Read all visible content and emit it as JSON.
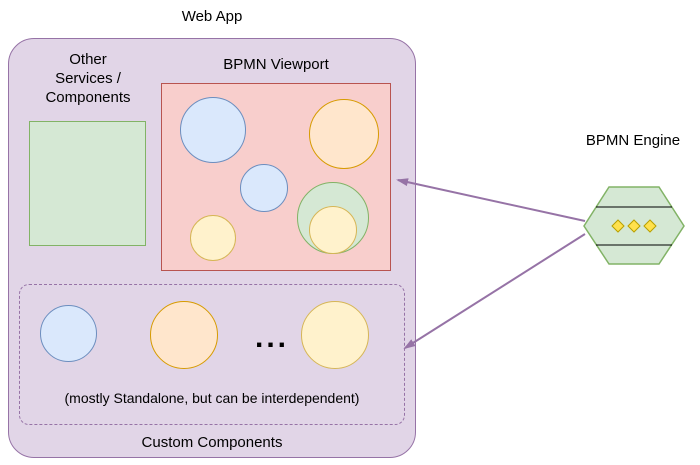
{
  "web_app": {
    "label": "Web App"
  },
  "other_services": {
    "label": "Other\nServices /\nComponents"
  },
  "bpmn_viewport": {
    "label": "BPMN Viewport"
  },
  "custom_components": {
    "label": "Custom Components",
    "ellipsis": "...",
    "note": "(mostly Standalone, but can be interdependent)"
  },
  "bpmn_engine": {
    "label": "BPMN Engine"
  },
  "colors": {
    "container_fill": "#E1D5E7",
    "container_stroke": "#9673A6",
    "green_fill": "#D5E8D4",
    "green_stroke": "#82B366",
    "viewport_fill": "#F8CECC",
    "viewport_stroke": "#B85450",
    "blue_fill": "#DAE8FC",
    "blue_stroke": "#6C8EBF",
    "orange_fill": "#FFE6CC",
    "orange_stroke": "#D79B00",
    "yellow_fill": "#FFF2CC",
    "yellow_stroke": "#D6B656",
    "arrow": "#9673A6",
    "diamond_fill": "#FFE14D"
  }
}
